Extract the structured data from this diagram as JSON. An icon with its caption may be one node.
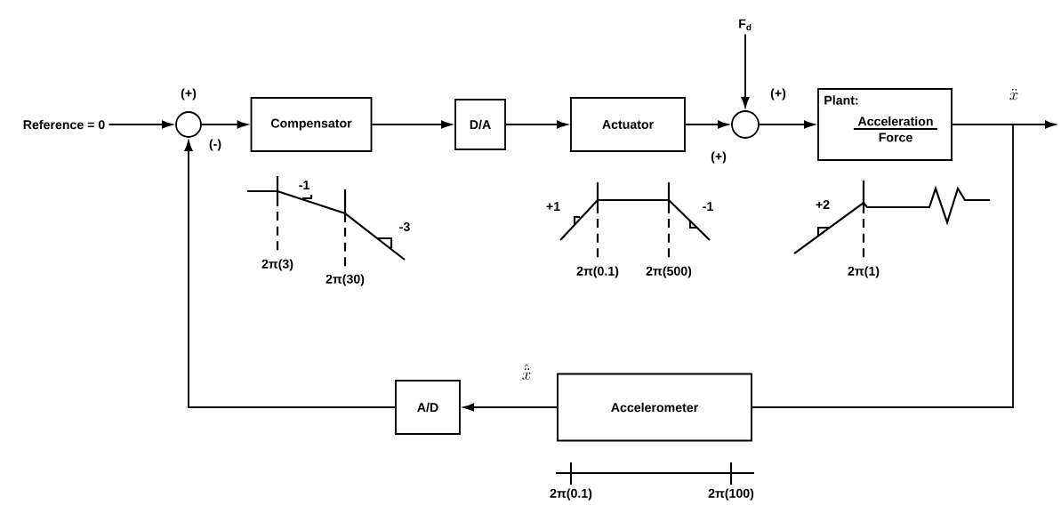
{
  "diagram": {
    "nodes": [
      {
        "text": [
          "Reference = 0"
        ]
      },
      {
        "text": [],
        "shape": "circle",
        "beside": [
          "(+)",
          "(-)"
        ]
      },
      {
        "text": [
          "Compensator"
        ]
      },
      {
        "text": [
          "D/A"
        ]
      },
      {
        "text": [
          "Actuator"
        ]
      },
      {
        "text": [],
        "shape": "circle",
        "beside": [
          "(+)",
          "(+)"
        ]
      },
      {
        "text": [
          "F$_{d}$"
        ]
      },
      {
        "text": [
          "Plant:",
          "Acceleration",
          "Force"
        ]
      },
      {
        "text": [
          "Accelerometer"
        ]
      },
      {
        "text": [
          "A/D"
        ]
      }
    ],
    "edges": [
      {
        "from": 0,
        "to": 1,
        "arrow": "to"
      },
      {
        "from": 1,
        "to": 2,
        "arrow": "to"
      },
      {
        "from": 2,
        "to": 3,
        "arrow": "to"
      },
      {
        "from": 3,
        "to": 4,
        "arrow": "to"
      },
      {
        "from": 4,
        "to": 5,
        "arrow": "to"
      },
      {
        "from": 6,
        "to": 5,
        "arrow": "to"
      },
      {
        "from": 5,
        "to": 7,
        "arrow": "to"
      },
      {
        "from": 7,
        "to": null,
        "arrow": "to",
        "label": "\\ddot{x}"
      },
      {
        "from": 7,
        "to": 8,
        "arrow": "none"
      },
      {
        "from": 8,
        "to": 9,
        "arrow": "to",
        "label": "\\hat{\\ddot{x}}"
      },
      {
        "from": 9,
        "to": 1,
        "arrow": "to"
      }
    ],
    "labels": [
      "-1",
      "-3",
      "2π(3)",
      "2π(30)",
      "+1",
      "-1",
      "2π(0.1)",
      "2π(500)",
      "+2",
      "2π(1)",
      "2π(0.1)",
      "2π(100)"
    ]
  }
}
